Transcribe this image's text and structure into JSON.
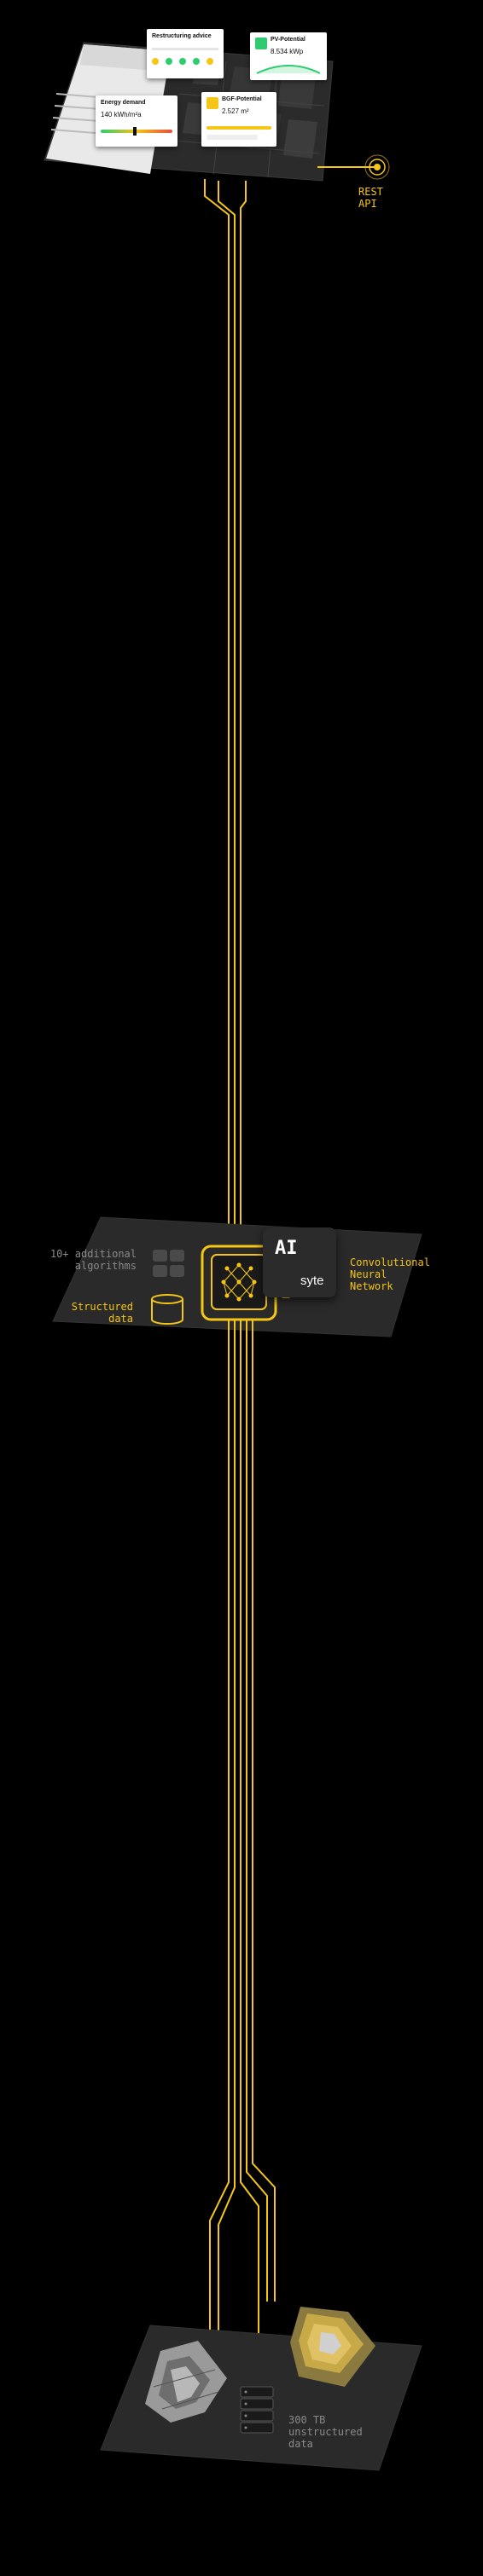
{
  "top_platform": {
    "cards": {
      "restructuring": {
        "title": "Restructuring advice"
      },
      "pv": {
        "title": "PV-Potential",
        "value": "8.534 kWp"
      },
      "energy": {
        "title": "Energy demand",
        "value": "140 kWh/m²a"
      },
      "bgf": {
        "title": "BGF-Potential",
        "value": "2.527 m²"
      }
    },
    "rest_api": {
      "line1": "REST",
      "line2": "API"
    }
  },
  "middle_platform": {
    "algorithms": {
      "line1": "10+ additional",
      "line2": "algorithms"
    },
    "structured": {
      "line1": "Structured",
      "line2": "data"
    },
    "ai": {
      "title": "AI",
      "brand": "syte"
    },
    "cnn": {
      "line1": "Convolutional",
      "line2": "Neural",
      "line3": "Network"
    }
  },
  "bottom_platform": {
    "unstructured": {
      "line1": "300 TB",
      "line2": "unstructured",
      "line3": "data"
    }
  },
  "colors": {
    "accent": "#f5c518",
    "background": "#000000",
    "platform": "#2a2a2a"
  }
}
